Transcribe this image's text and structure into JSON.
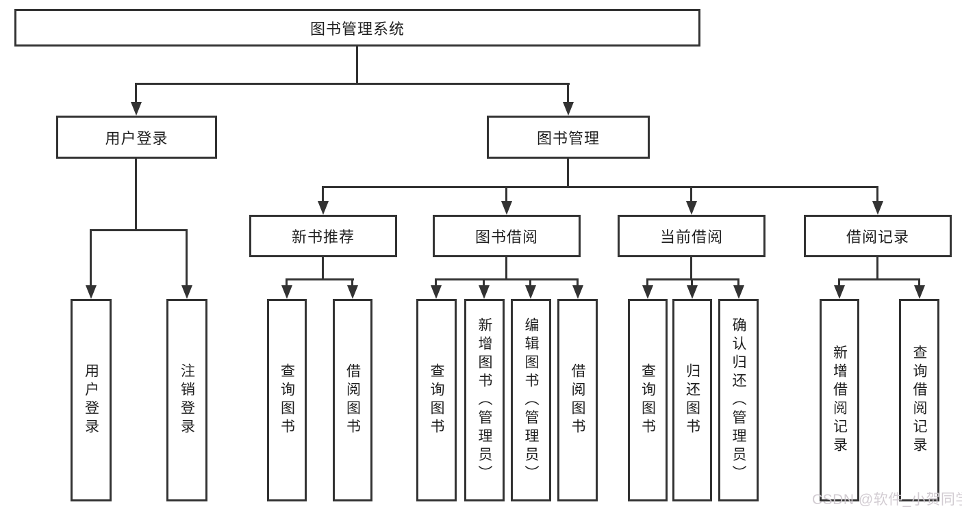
{
  "diagram": {
    "root": {
      "label": "图书管理系统"
    },
    "level2": [
      {
        "label": "用户登录"
      },
      {
        "label": "图书管理"
      }
    ],
    "level3": [
      {
        "label": "新书推荐"
      },
      {
        "label": "图书借阅"
      },
      {
        "label": "当前借阅"
      },
      {
        "label": "借阅记录"
      }
    ],
    "leaves": {
      "user_login": [
        "用户登录",
        "注销登录"
      ],
      "new_books": [
        "查询图书",
        "借阅图书"
      ],
      "book_borrow": [
        "查询图书",
        "新增图书（管理员）",
        "编辑图书（管理员）",
        "借阅图书"
      ],
      "current_borrow": [
        "查询图书",
        "归还图书",
        "确认归还（管理员）"
      ],
      "borrow_records": [
        "新增借阅记录",
        "查询借阅记录"
      ]
    },
    "colors": {
      "line": "#333333",
      "box_border": "#333333",
      "background": "#ffffff",
      "text": "#1f1f1f",
      "watermark": "#cec8ce"
    }
  },
  "watermark": {
    "text": "CSDN @软件_小贺同学"
  }
}
